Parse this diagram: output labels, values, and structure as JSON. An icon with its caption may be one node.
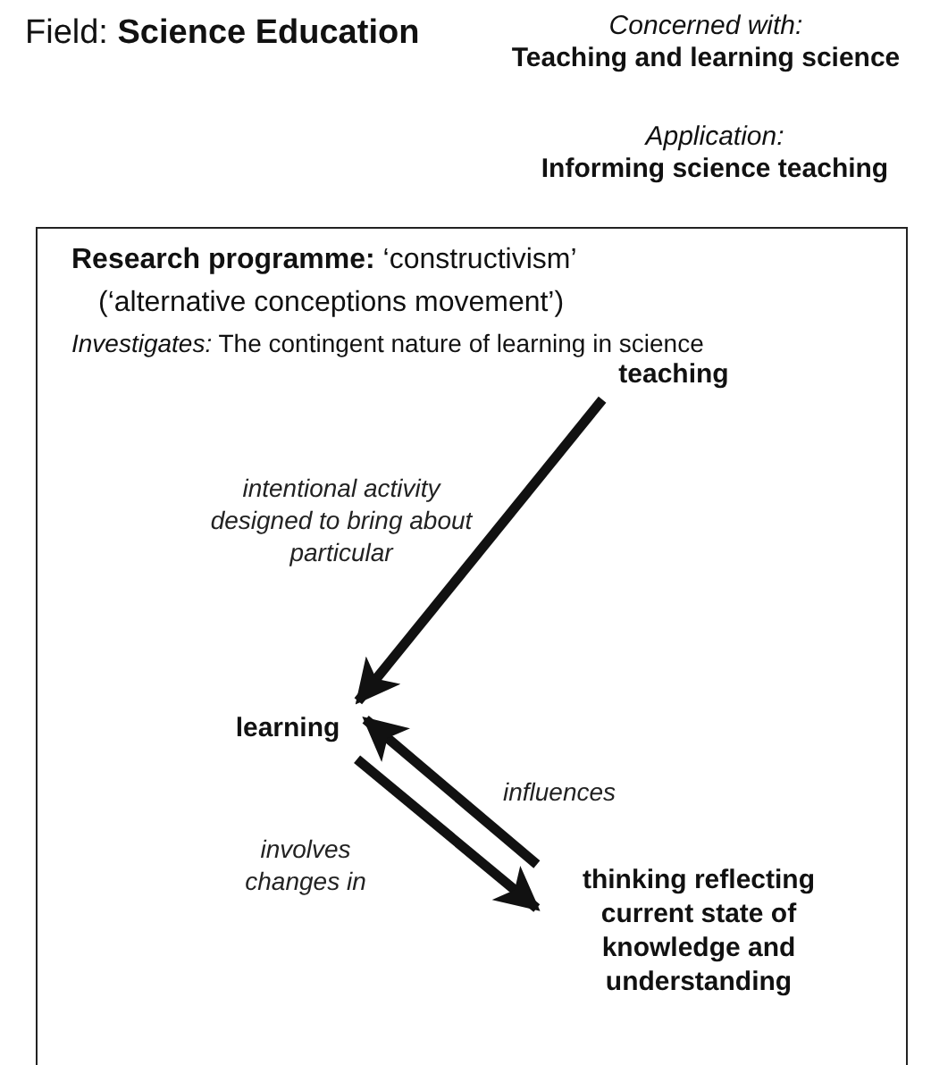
{
  "diagram": {
    "title": "Field: **Science Education**",
    "nodes": [
      {
        "text": [
          "**Research programme:**  ‘constructivism’",
          "(‘alternative conceptions movement’)",
          "*Investigates:* The contingent nature of learning in science"
        ]
      },
      {
        "text": [
          "teaching"
        ],
        "in": 0
      },
      {
        "text": [
          "learning"
        ],
        "in": 0
      },
      {
        "text": [
          "thinking reflecting current state of knowledge and understanding"
        ],
        "in": 0
      }
    ],
    "edges": [
      {
        "from": 1,
        "to": 2,
        "arrow": "to",
        "label": "intentional activity designed to bring about particular"
      },
      {
        "from": 2,
        "to": 3,
        "arrow": "to",
        "label": "involves changes in"
      },
      {
        "from": 3,
        "to": 2,
        "arrow": "to",
        "label": "influences"
      }
    ],
    "labels": [
      "Concerned with:",
      "Teaching and learning science",
      "Application:",
      "Informing science teaching"
    ]
  }
}
